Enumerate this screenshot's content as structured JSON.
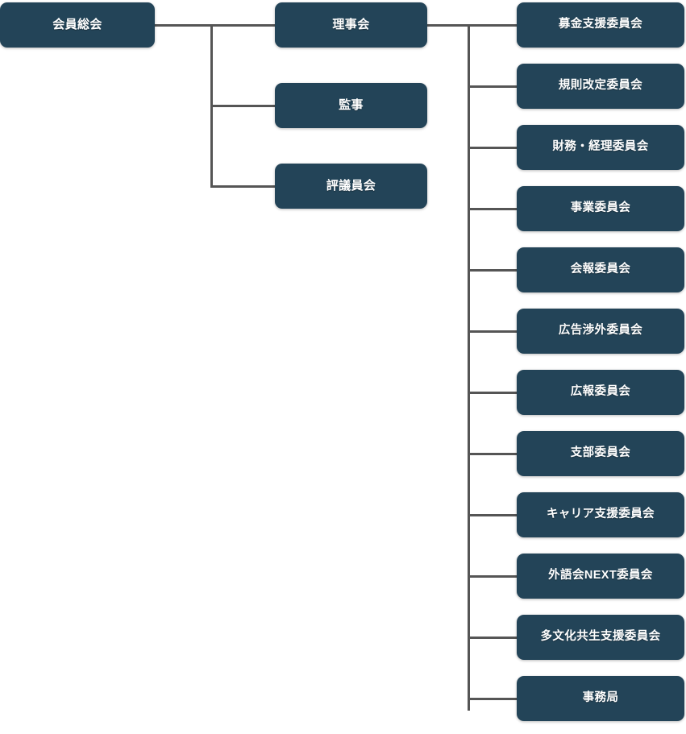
{
  "chart_data": {
    "type": "diagram",
    "diagram_kind": "organization-chart",
    "title": "",
    "orientation": "left-to-right",
    "colors": {
      "node_fill": "#234458",
      "node_text": "#ffffff",
      "connector": "#555555",
      "background": "#ffffff"
    },
    "nodes": [
      {
        "id": "root",
        "label": "会員総会",
        "level": 0
      },
      {
        "id": "rijikai",
        "label": "理事会",
        "level": 1,
        "parent": "root"
      },
      {
        "id": "kanji",
        "label": "監事",
        "level": 1,
        "parent": "root"
      },
      {
        "id": "hyogiinkai",
        "label": "評議員会",
        "level": 1,
        "parent": "root"
      },
      {
        "id": "bokin",
        "label": "募金支援委員会",
        "level": 2,
        "parent": "rijikai"
      },
      {
        "id": "kisoku",
        "label": "規則改定委員会",
        "level": 2,
        "parent": "rijikai"
      },
      {
        "id": "zaimu",
        "label": "財務・経理委員会",
        "level": 2,
        "parent": "rijikai"
      },
      {
        "id": "jigyo",
        "label": "事業委員会",
        "level": 2,
        "parent": "rijikai"
      },
      {
        "id": "kaiho",
        "label": "会報委員会",
        "level": 2,
        "parent": "rijikai"
      },
      {
        "id": "kokoku",
        "label": "広告渉外委員会",
        "level": 2,
        "parent": "rijikai"
      },
      {
        "id": "koho",
        "label": "広報委員会",
        "level": 2,
        "parent": "rijikai"
      },
      {
        "id": "shibu",
        "label": "支部委員会",
        "level": 2,
        "parent": "rijikai"
      },
      {
        "id": "career",
        "label": "キャリア支援委員会",
        "level": 2,
        "parent": "rijikai"
      },
      {
        "id": "next",
        "label": "外語会NEXT委員会",
        "level": 2,
        "parent": "rijikai"
      },
      {
        "id": "tabunka",
        "label": "多文化共生支援委員会",
        "level": 2,
        "parent": "rijikai"
      },
      {
        "id": "jimukyoku",
        "label": "事務局",
        "level": 2,
        "parent": "rijikai"
      }
    ],
    "edges": [
      {
        "from": "root",
        "to": "rijikai"
      },
      {
        "from": "root",
        "to": "kanji"
      },
      {
        "from": "root",
        "to": "hyogiinkai"
      },
      {
        "from": "rijikai",
        "to": "bokin"
      },
      {
        "from": "rijikai",
        "to": "kisoku"
      },
      {
        "from": "rijikai",
        "to": "zaimu"
      },
      {
        "from": "rijikai",
        "to": "jigyo"
      },
      {
        "from": "rijikai",
        "to": "kaiho"
      },
      {
        "from": "rijikai",
        "to": "kokoku"
      },
      {
        "from": "rijikai",
        "to": "koho"
      },
      {
        "from": "rijikai",
        "to": "shibu"
      },
      {
        "from": "rijikai",
        "to": "career"
      },
      {
        "from": "rijikai",
        "to": "next"
      },
      {
        "from": "rijikai",
        "to": "tabunka"
      },
      {
        "from": "rijikai",
        "to": "jimukyoku"
      }
    ]
  },
  "root": {
    "label": "会員総会"
  },
  "level1": {
    "items": [
      {
        "label": "理事会"
      },
      {
        "label": "監事"
      },
      {
        "label": "評議員会"
      }
    ]
  },
  "level2": {
    "items": [
      {
        "label": "募金支援委員会"
      },
      {
        "label": "規則改定委員会"
      },
      {
        "label": "財務・経理委員会"
      },
      {
        "label": "事業委員会"
      },
      {
        "label": "会報委員会"
      },
      {
        "label": "広告渉外委員会"
      },
      {
        "label": "広報委員会"
      },
      {
        "label": "支部委員会"
      },
      {
        "label": "キャリア支援委員会"
      },
      {
        "label": "外語会NEXT委員会"
      },
      {
        "label": "多文化共生支援委員会"
      },
      {
        "label": "事務局"
      }
    ]
  }
}
